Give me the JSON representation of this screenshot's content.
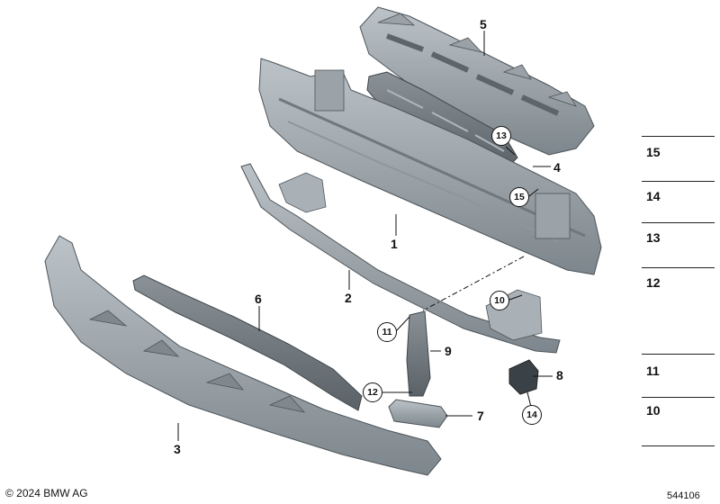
{
  "callouts": {
    "p1": "1",
    "p2": "2",
    "p3": "3",
    "p4": "4",
    "p5": "5",
    "p6": "6",
    "p7": "7",
    "p8": "8",
    "p9": "9"
  },
  "circled": {
    "c13": "13",
    "c15": "15",
    "c10": "10",
    "c11": "11",
    "c12": "12",
    "c14": "14"
  },
  "legend": [
    "15",
    "14",
    "13",
    "12",
    "11",
    "10"
  ],
  "footer": {
    "copyright": "© 2024 BMW AG",
    "doc_number": "544106"
  }
}
